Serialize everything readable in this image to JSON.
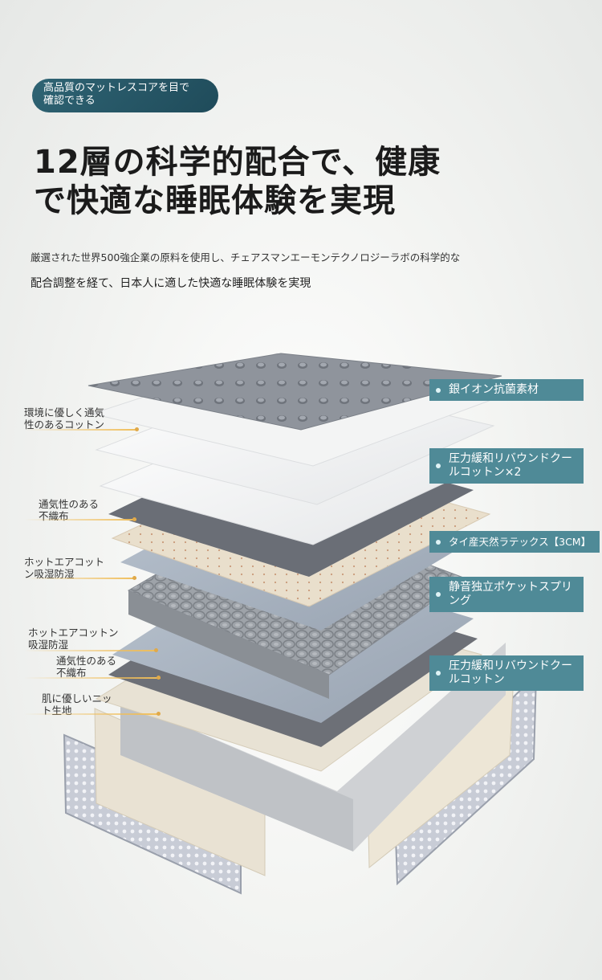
{
  "badge": {
    "line1": "高品質のマットレスコアを目で",
    "line2": "確認できる"
  },
  "headline": {
    "line1": "12層の科学的配合で、健康",
    "line2": "で快適な睡眠体験を実現"
  },
  "description": {
    "line1": "厳選された世界500強企業の原料を使用し、チェアスマンエーモンテクノロジーラボの科学的な",
    "line2": "配合調整を経て、日本人に適した快適な睡眠体験を実現"
  },
  "right_tags": [
    {
      "text": "銀イオン抗菌素材"
    },
    {
      "text": "圧力緩和リバウンドクールコットン×2"
    },
    {
      "text": "タイ産天然ラテックス【3CM】"
    },
    {
      "text": "静音独立ポケットスプリング"
    },
    {
      "text": "圧力緩和リバウンドクールコットン"
    }
  ],
  "left_labels": [
    {
      "text": "環境に優しく通気\n性のあるコットン"
    },
    {
      "text": "通気性のある\n不織布"
    },
    {
      "text": "ホットエアコット\nン吸湿防湿"
    },
    {
      "text": "ホットエアコットン\n吸湿防湿"
    },
    {
      "text": "通気性のある\n不織布"
    },
    {
      "text": "肌に優しいニッ\nト生地"
    }
  ],
  "colors": {
    "accent": "#4f8a97",
    "badge": "#24566a",
    "leader": "#f0be5a"
  }
}
